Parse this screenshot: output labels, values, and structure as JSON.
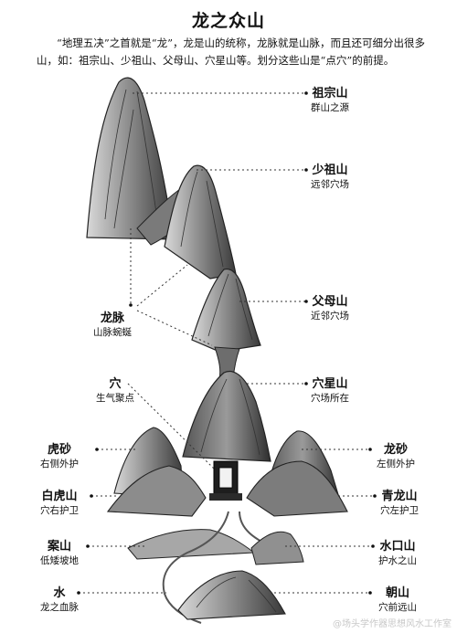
{
  "title": "龙之众山",
  "intro": "“地理五决”之首就是“龙”，龙是山的统称，龙脉就是山脉，而且还可细分出很多山，如：祖宗山、少祖山、父母山、穴星山等。划分这些山是“点穴”的前提。",
  "labels": {
    "zuzong": {
      "main": "祖宗山",
      "sub": "群山之源"
    },
    "shaozu": {
      "main": "少祖山",
      "sub": "远邻穴场"
    },
    "fumu": {
      "main": "父母山",
      "sub": "近邻穴场"
    },
    "longmai": {
      "main": "龙脉",
      "sub": "山脉蜿蜒"
    },
    "xuexing": {
      "main": "穴星山",
      "sub": "穴场所在"
    },
    "xue": {
      "main": "穴",
      "sub": "生气聚点"
    },
    "husha": {
      "main": "虎砂",
      "sub": "右侧外护"
    },
    "longsha": {
      "main": "龙砂",
      "sub": "左侧外护"
    },
    "baihu": {
      "main": "白虎山",
      "sub": "穴右护卫"
    },
    "qinglong": {
      "main": "青龙山",
      "sub": "穴左护卫"
    },
    "anshan": {
      "main": "案山",
      "sub": "低矮坡地"
    },
    "shuikou": {
      "main": "水口山",
      "sub": "护水之山"
    },
    "shui": {
      "main": "水",
      "sub": "龙之血脉"
    },
    "chao": {
      "main": "朝山",
      "sub": "穴前远山"
    }
  },
  "watermark": "@场头学作器思想风水工作室"
}
